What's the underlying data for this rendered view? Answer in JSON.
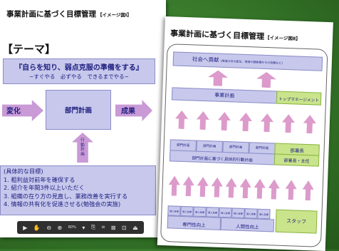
{
  "slide1": {
    "title": "事業計画に基づく目標管理",
    "title_tag": "【イメージ図Ⅰ】",
    "theme_heading": "【テーマ】",
    "slogan_main": "『自らを知り、弱点克服の準備をする』",
    "slogan_sub": "~すぐやる　必ずやる　できるまでやる~",
    "change_label": "変化",
    "dept_plan_label": "部門計画",
    "result_label": "成果",
    "action_plan_label": "行動計画",
    "goals": [
      "(具体的な目標)",
      "1. 粗利益対前年を確保する",
      "2. 紹介を年間3件以上いただく",
      "3. 組織の在り方の見直し、業務改善を実行する",
      "4. 情報の共有化を促進させる(勉強会の実施)"
    ]
  },
  "toolbar": {
    "select_icon": "▶",
    "hand_icon": "✋",
    "zoom_out_icon": "⊖",
    "zoom_in_icon": "⊕",
    "zoom_level": "60%",
    "zoom_dropdown_icon": "▾",
    "copy_icon": "⎘",
    "icons": [
      "⌗",
      "⊠",
      "⊡",
      "⏏"
    ]
  },
  "slide2": {
    "title": "事業計画に基づく目標管理",
    "title_tag": "【イメージ図Ⅱ】",
    "society_label": "社会へ貢献",
    "society_note": "(地域の中の変化、地域や御客様からの信頼など)",
    "business_plan": "事業計画",
    "top_management": "トップマネージメント",
    "dept_plans": [
      "部門計画",
      "部門計画",
      "部門計画",
      "部門計画"
    ],
    "dept_head": "部署長",
    "dept_action_plan": "部門計画に基づく具体的行動計画",
    "dept_head_chief": "部署長・主任",
    "personal_goal_label": "個人目標",
    "personal_goal_count": 8,
    "professional_growth": "専門性向上",
    "human_growth": "人間性向上",
    "staff": "スタッフ"
  }
}
